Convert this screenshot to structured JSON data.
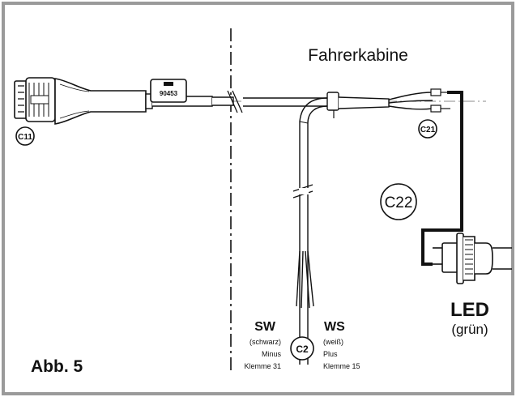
{
  "figure": {
    "section_label": "Fahrerkabine",
    "figure_label": "Abb. 5",
    "connector_c11": "C11",
    "connector_c21": "C21",
    "connector_c22": "C22",
    "connector_c2": "C2",
    "part_number": "90453",
    "wire_sw": {
      "code": "SW",
      "color": "(schwarz)",
      "function": "Minus",
      "terminal": "Klemme 31"
    },
    "wire_ws": {
      "code": "WS",
      "color": "(weiß)",
      "function": "Plus",
      "terminal": "Klemme 15"
    },
    "led": {
      "label": "LED",
      "color": "(grün)"
    }
  }
}
